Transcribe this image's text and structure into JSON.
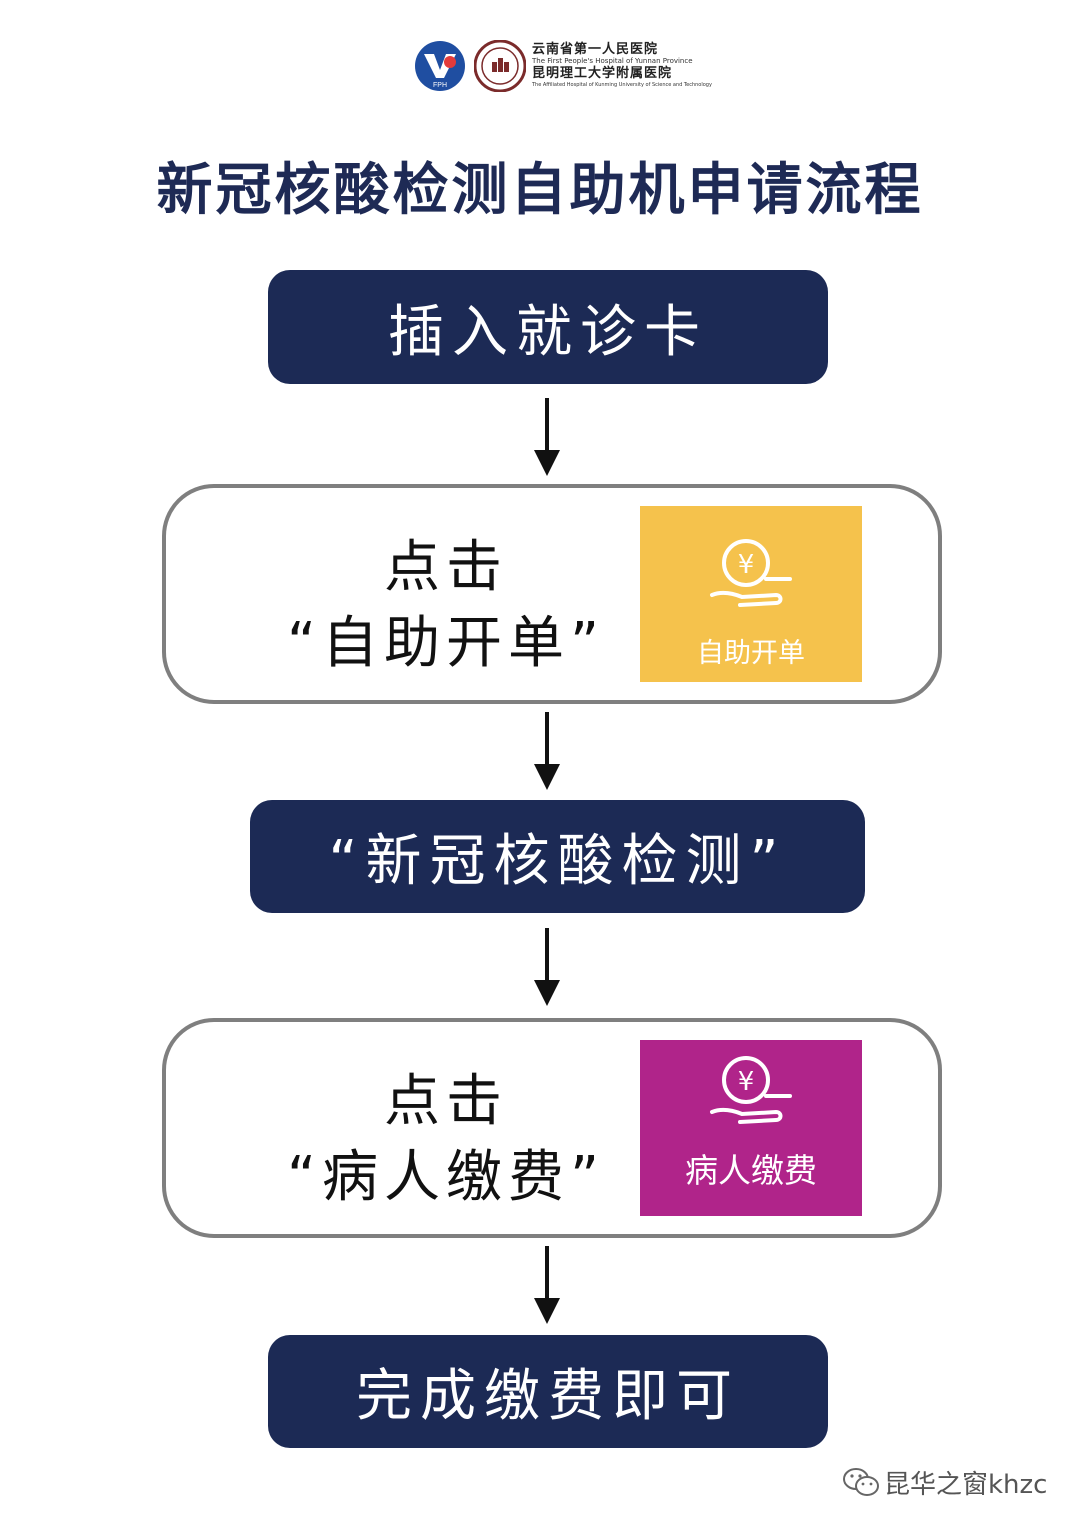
{
  "header": {
    "hospital_name_cn": "云南省第一人民医院",
    "hospital_name_en": "The First People's Hospital of Yunnan Province",
    "affiliate_name_cn": "昆明理工大学附属医院",
    "affiliate_name_en": "The Affiliated Hospital of Kunming University of Science and Technology",
    "logo_fph_text": "FPH"
  },
  "title": "新冠核酸检测自助机申请流程",
  "steps": {
    "step1": "插入就诊卡",
    "step2": {
      "line1": "点击",
      "line2": "“自助开单”",
      "tile_label": "自助开单",
      "tile_color": "#f5c24c"
    },
    "step3": "“新冠核酸检测”",
    "step4": {
      "line1": "点击",
      "line2": "“病人缴费”",
      "tile_label": "病人缴费",
      "tile_color": "#b0248a"
    },
    "step5": "完成缴费即可"
  },
  "icons": {
    "tile_icon": "yuan-coin-hand-icon",
    "arrow": "arrow-down-icon",
    "watermark_icon": "wechat-icon"
  },
  "watermark": "昆华之窗khzc",
  "colors": {
    "navy": "#1c2a55",
    "title": "#1e2a55",
    "outline": "#7f7f7f"
  }
}
